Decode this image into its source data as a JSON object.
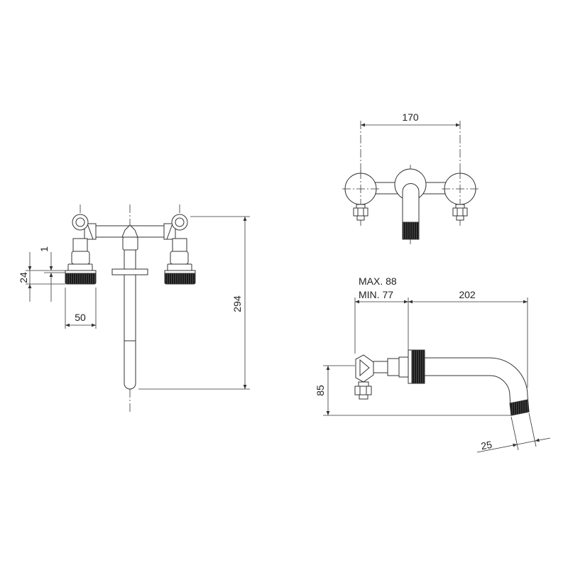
{
  "front_view": {
    "dim_gap": "1",
    "dim_handle_height": "24",
    "dim_handle_width": "50",
    "dim_total_height": "294"
  },
  "top_view": {
    "dim_handle_spacing": "170"
  },
  "side_view": {
    "dim_max": "MAX. 88",
    "dim_min": "MIN. 77",
    "dim_projection": "202",
    "dim_height": "85",
    "dim_spout_diameter": "25"
  },
  "colors": {
    "line": "#333333",
    "fill": "#ffffff",
    "dark": "#1a1a1a"
  }
}
